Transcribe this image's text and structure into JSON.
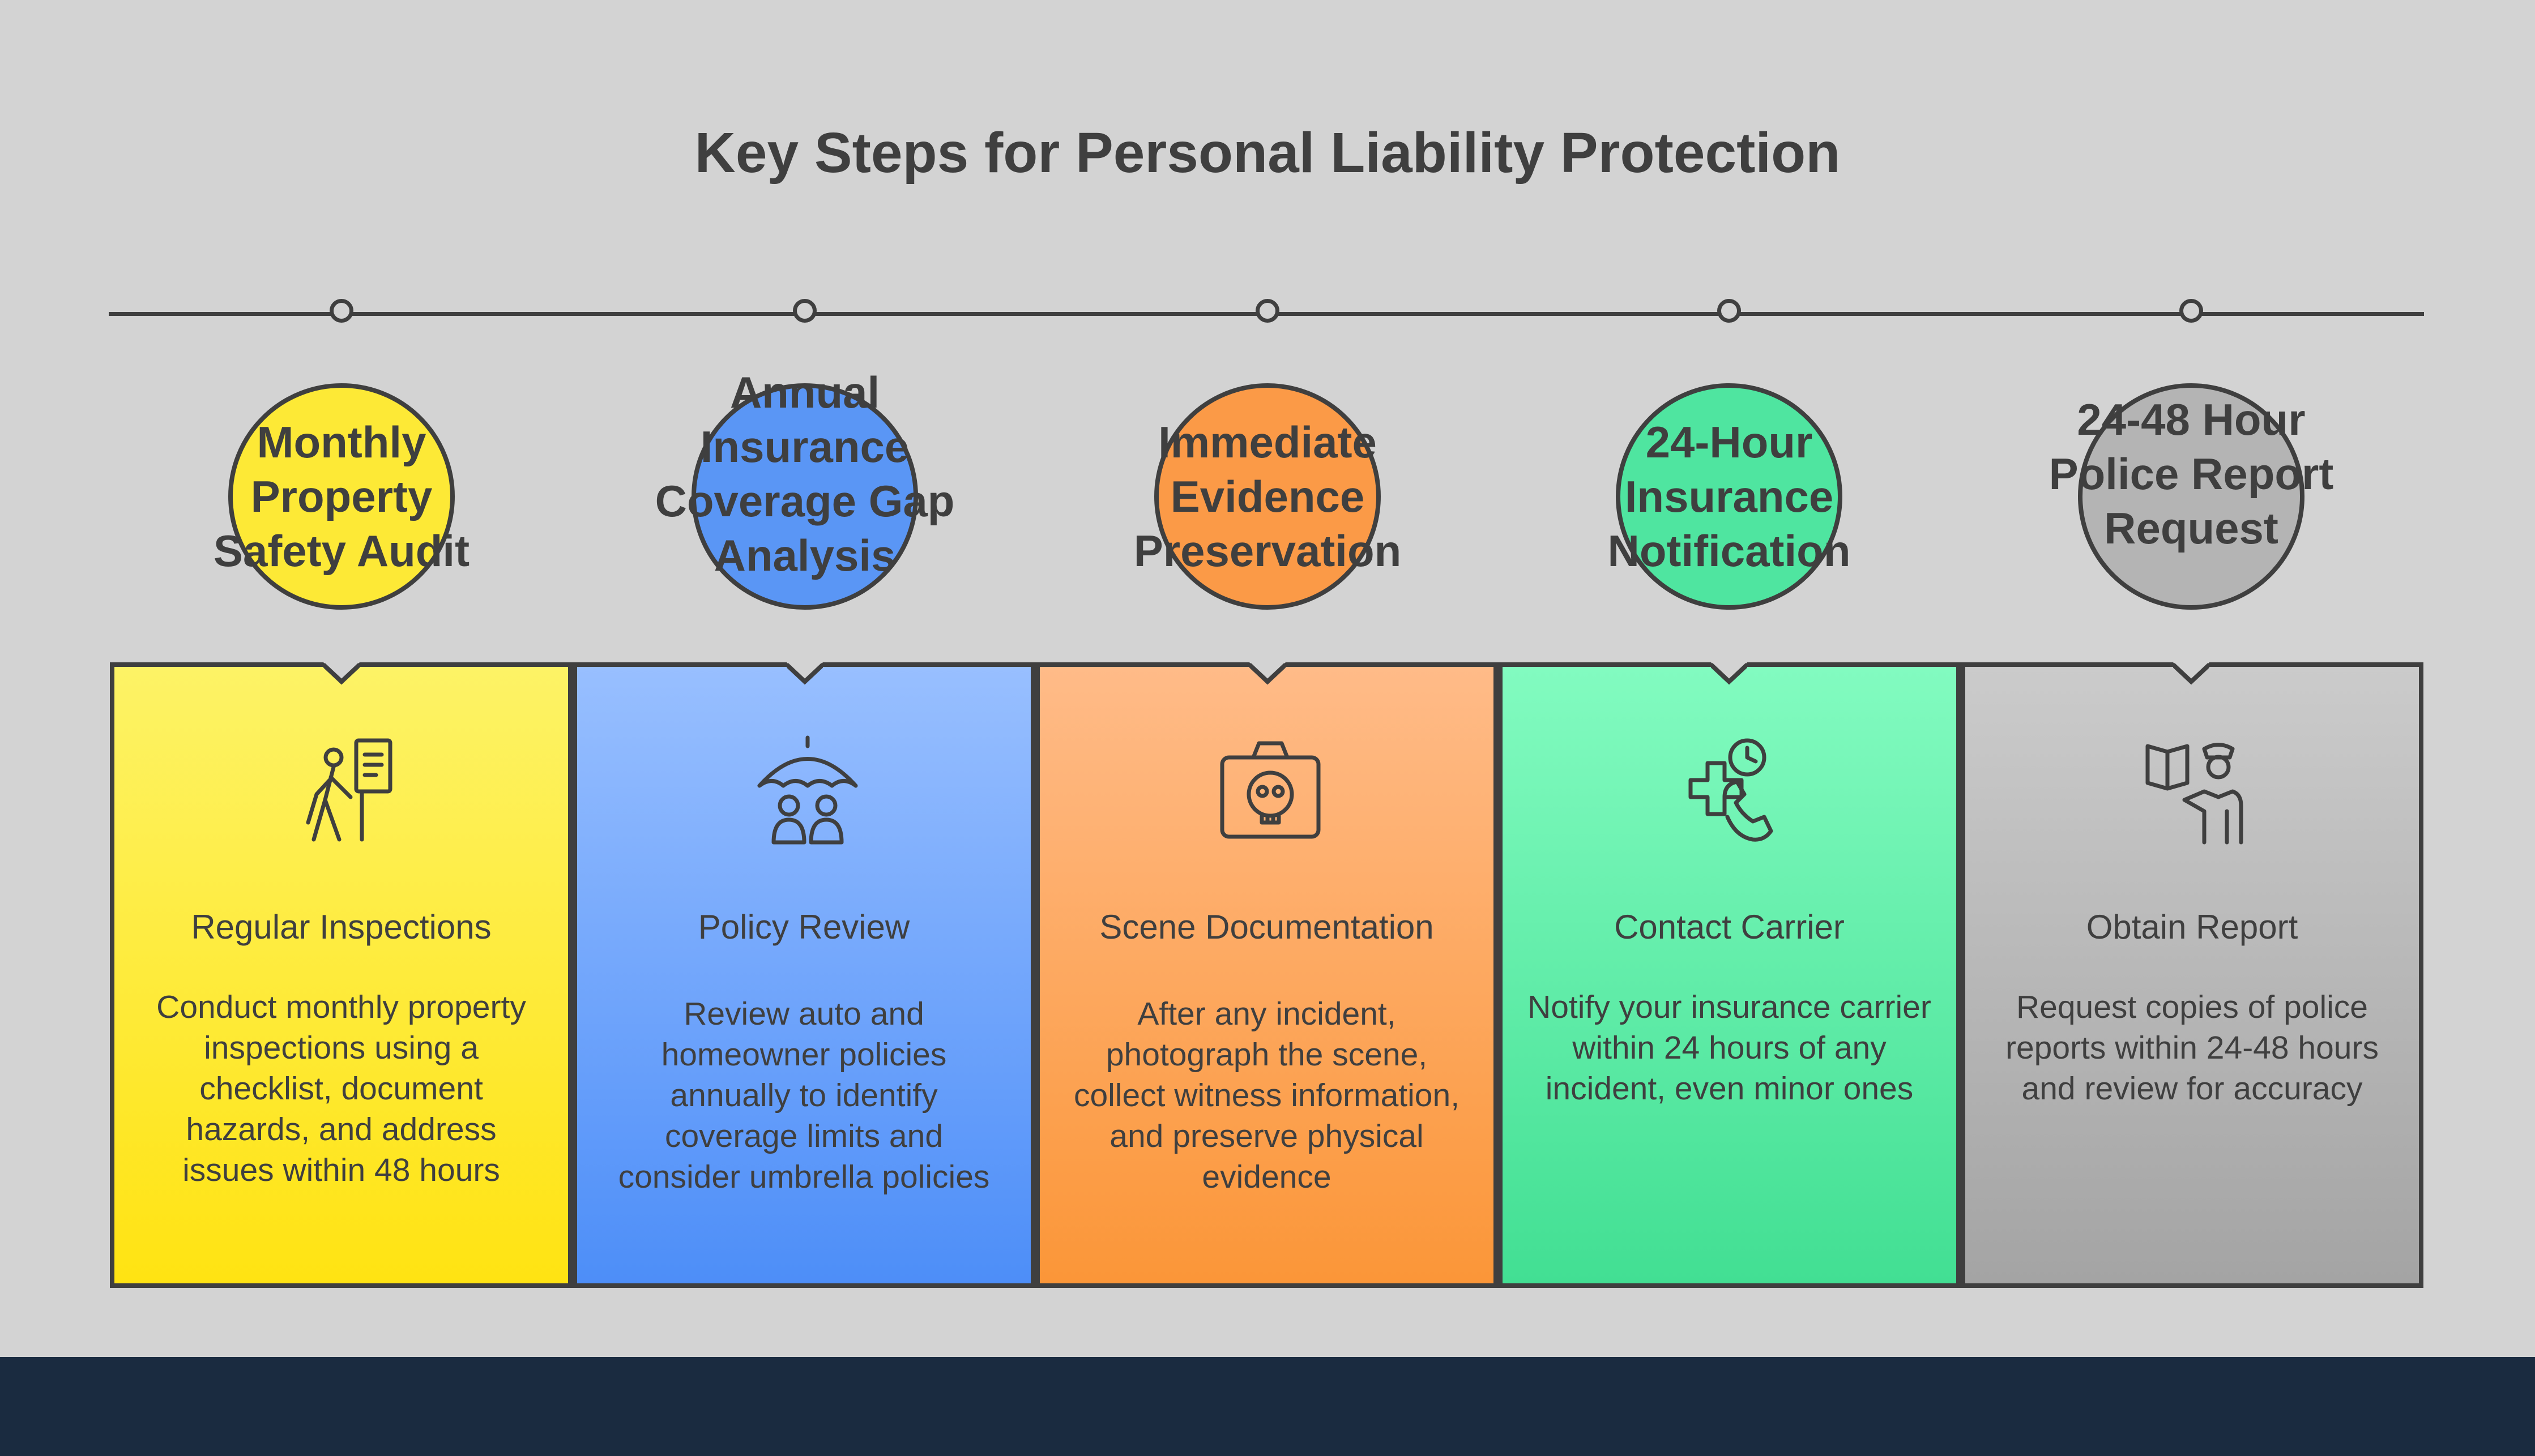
{
  "title": "Key Steps for Personal Liability Protection",
  "steps": [
    {
      "label": "Monthly Property Safety Audit",
      "heading": "Regular Inspections",
      "description": "Conduct monthly property inspections using a checklist, document hazards, and address issues within 48 hours",
      "icon": "person-walking-to-sign-icon",
      "circle_color": "#fde936",
      "card_top": "#fdf366",
      "card_bottom": "#ffe312"
    },
    {
      "label": "Annual Insurance Coverage Gap Analysis",
      "heading": "Policy Review",
      "description": "Review auto and homeowner policies annually to identify coverage limits and consider umbrella policies",
      "icon": "umbrella-family-icon",
      "circle_color": "#5a96f5",
      "card_top": "#98bfff",
      "card_bottom": "#4d8ef8"
    },
    {
      "label": "Immediate Evidence Preservation",
      "heading": "Scene Documentation",
      "description": "After any incident, photograph the scene, collect witness information, and preserve physical evidence",
      "icon": "camera-skull-icon",
      "circle_color": "#fb9a47",
      "card_top": "#ffbb88",
      "card_bottom": "#fb9638"
    },
    {
      "label": "24-Hour Insurance Notification",
      "heading": "Contact Carrier",
      "description": "Notify your insurance carrier within 24 hours of any incident, even minor ones",
      "icon": "medical-phone-clock-icon",
      "circle_color": "#4fe5a0",
      "card_top": "#82fbc0",
      "card_bottom": "#42df93"
    },
    {
      "label": "24-48 Hour Police Report Request",
      "heading": "Obtain Report",
      "description": "Request copies of police reports within 24-48 hours and review for accuracy",
      "icon": "police-officer-report-icon",
      "circle_color": "#b4b4b4",
      "card_top": "#cbcbcb",
      "card_bottom": "#a4a4a4"
    }
  ]
}
